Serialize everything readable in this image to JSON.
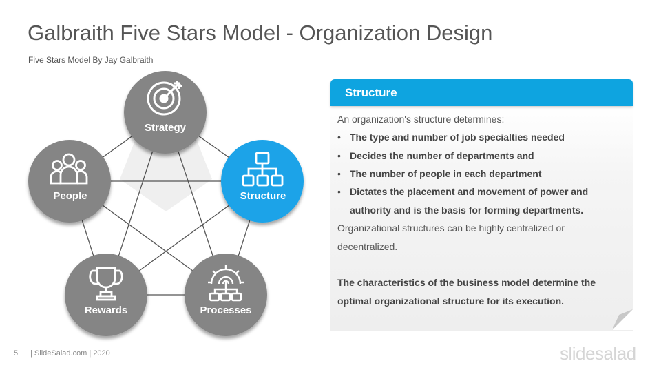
{
  "header": {
    "title": "Galbraith Five Stars Model - Organization Design",
    "subtitle": "Five Stars Model  By Jay Galbraith"
  },
  "diagram": {
    "nodes": [
      {
        "label": "Strategy",
        "icon": "target-icon",
        "active": false
      },
      {
        "label": "People",
        "icon": "people-icon",
        "active": false
      },
      {
        "label": "Structure",
        "icon": "org-chart-icon",
        "active": true
      },
      {
        "label": "Rewards",
        "icon": "trophy-icon",
        "active": false
      },
      {
        "label": "Processes",
        "icon": "gear-process-icon",
        "active": false
      }
    ],
    "colors": {
      "inactive": "#858585",
      "active": "#1aa3e8",
      "lines": "#555555",
      "star_fill": "#efefef"
    }
  },
  "panel": {
    "heading": "Structure",
    "intro": "An organization's structure determines:",
    "bullets": [
      "The type and number of job specialties needed",
      "Decides the number of departments and",
      "The number of people in each department",
      "Dictates the placement and movement of power and"
    ],
    "bullet_continuation": "authority and is the basis for forming departments.",
    "para1_line1": "Organizational structures can be highly centralized or",
    "para1_line2": "decentralized.",
    "para2_line1": "The characteristics of the business model determine the",
    "para2_line2": "optimal organizational structure for its execution.",
    "accent": "#0ea4e0"
  },
  "footer": {
    "page": "5",
    "text": "| SlideSalad.com | 2020",
    "logo": "slidesalad"
  }
}
